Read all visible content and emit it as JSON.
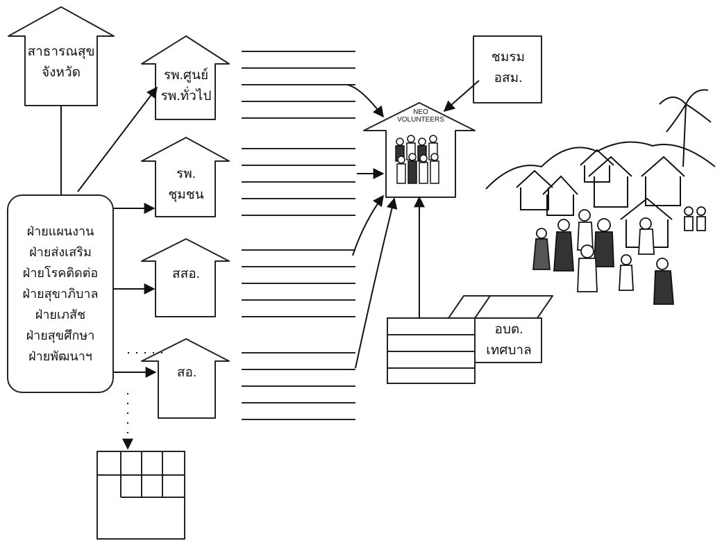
{
  "provincial_office": {
    "line1": "สาธารณสุข",
    "line2": "จังหวัด"
  },
  "departments": [
    "ฝ่ายแผนงาน",
    "ฝ่ายส่งเสริม",
    "ฝ่ายโรคติดต่อ",
    "ฝ่ายสุขาภิบาล",
    "ฝ่ายเภสัช",
    "ฝ่ายสุขศึกษา",
    "ฝ่ายพัฒนาฯ"
  ],
  "facilities": [
    {
      "line1": "รพ.ศูนย์",
      "line2": "รพ.ทั่วไป"
    },
    {
      "line1": "รพ.",
      "line2": "ชุมชน"
    },
    {
      "line1": "สสอ.",
      "line2": ""
    },
    {
      "line1": "สอ.",
      "line2": ""
    }
  ],
  "club": {
    "line1": "ชมรม",
    "line2": "อสม."
  },
  "neo_house": {
    "line1": "NEO",
    "line2": "VOLUNTEERS"
  },
  "local_admin": {
    "line1": "อบต.",
    "line2": "เทศบาล"
  }
}
